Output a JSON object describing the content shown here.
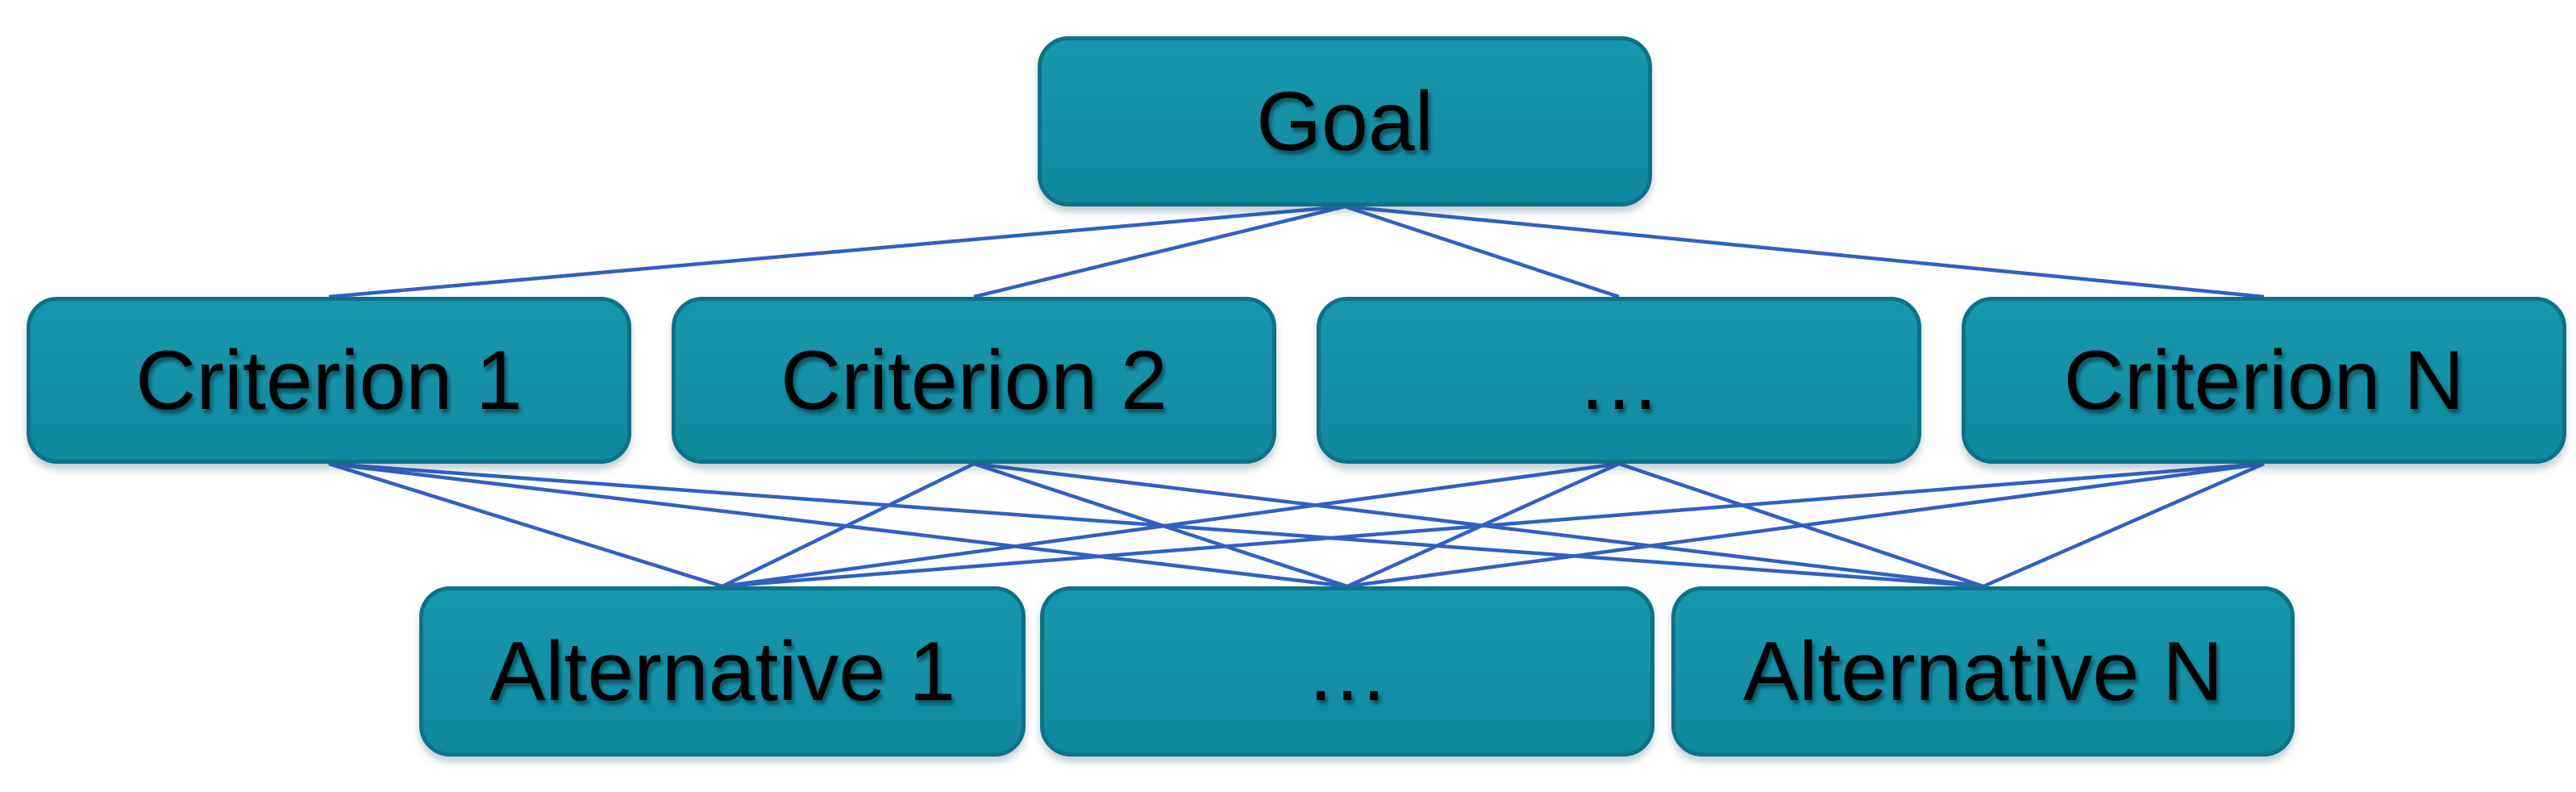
{
  "diagram": {
    "goal": {
      "label": "Goal"
    },
    "criteria": [
      {
        "label": "Criterion 1"
      },
      {
        "label": "Criterion 2"
      },
      {
        "label": "…"
      },
      {
        "label": "Criterion N"
      }
    ],
    "alternatives": [
      {
        "label": "Alternative 1"
      },
      {
        "label": "…"
      },
      {
        "label": "Alternative N"
      }
    ],
    "colors": {
      "node_fill": "#1692A8",
      "node_fill_highlight": "#1797AD",
      "node_fill_shade": "#0F879D",
      "node_border": "#0D7286",
      "connector": "#3060C4",
      "label_text": "#000000",
      "background": "#FFFFFF"
    }
  }
}
